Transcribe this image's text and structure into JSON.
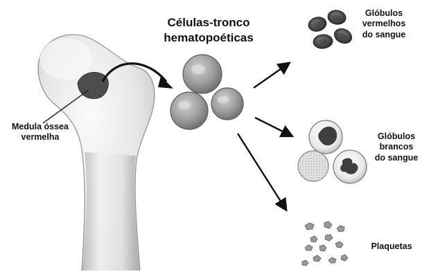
{
  "title_line1": "Células-tronco",
  "title_line2": "hematopoéticas",
  "marrow": {
    "line1": "Medula óssea",
    "line2": "vermelha"
  },
  "red_cells": {
    "line1": "Glóbulos",
    "line2": "vermelhos",
    "line3": "do sangue"
  },
  "white_cells": {
    "line1": "Glóbulos",
    "line2": "brancos",
    "line3": "do sangue"
  },
  "platelets": {
    "line1": "Plaquetas"
  }
}
